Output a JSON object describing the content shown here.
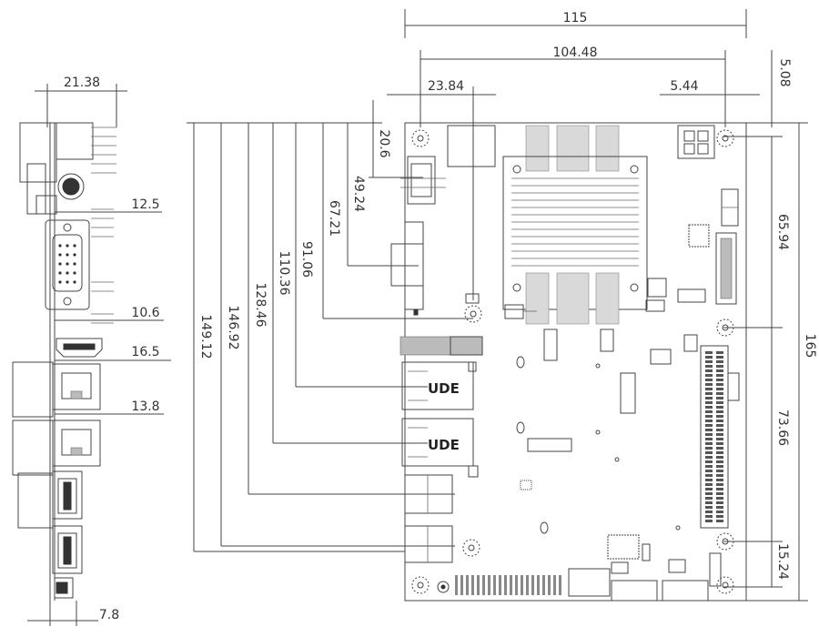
{
  "drawing": {
    "dimensions": {
      "top": [
        "115",
        "104.48",
        "23.84",
        "5.44",
        "5.08"
      ],
      "side_profile": [
        "21.38",
        "12.5",
        "10.6",
        "16.5",
        "13.8",
        "7.8"
      ],
      "vertical_left": [
        "20.6",
        "49.24",
        "67.21",
        "91.06",
        "110.36",
        "128.46",
        "146.92",
        "149.12"
      ],
      "vertical_right": [
        "65.94",
        "73.66",
        "15.24",
        "165"
      ]
    },
    "lan_brand": "UDE"
  }
}
